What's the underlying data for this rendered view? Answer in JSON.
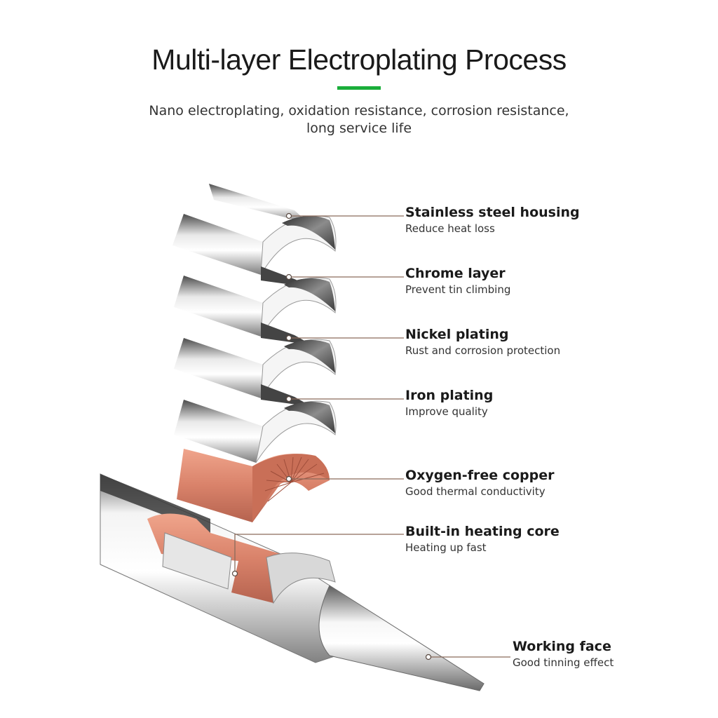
{
  "title": "Multi-layer Electroplating Process",
  "subtitle": {
    "line1": "Nano electroplating, oxidation resistance, corrosion resistance,",
    "line2": "long service life"
  },
  "layers": [
    {
      "name": "Stainless steel housing",
      "desc": "Reduce heat loss"
    },
    {
      "name": "Chrome layer",
      "desc": "Prevent tin climbing"
    },
    {
      "name": "Nickel plating",
      "desc": "Rust and corrosion protection"
    },
    {
      "name": "Iron plating",
      "desc": "Improve quality"
    },
    {
      "name": "Oxygen-free copper",
      "desc": "Good thermal conductivity"
    },
    {
      "name": "Built-in heating core",
      "desc": "Heating up fast"
    },
    {
      "name": "Working face",
      "desc": "Good tinning effect"
    }
  ],
  "colors": {
    "accent": "#1aae3a",
    "copper": "#d9826a",
    "steel": "#b8b8b8",
    "leader": "#8a6a5a"
  }
}
